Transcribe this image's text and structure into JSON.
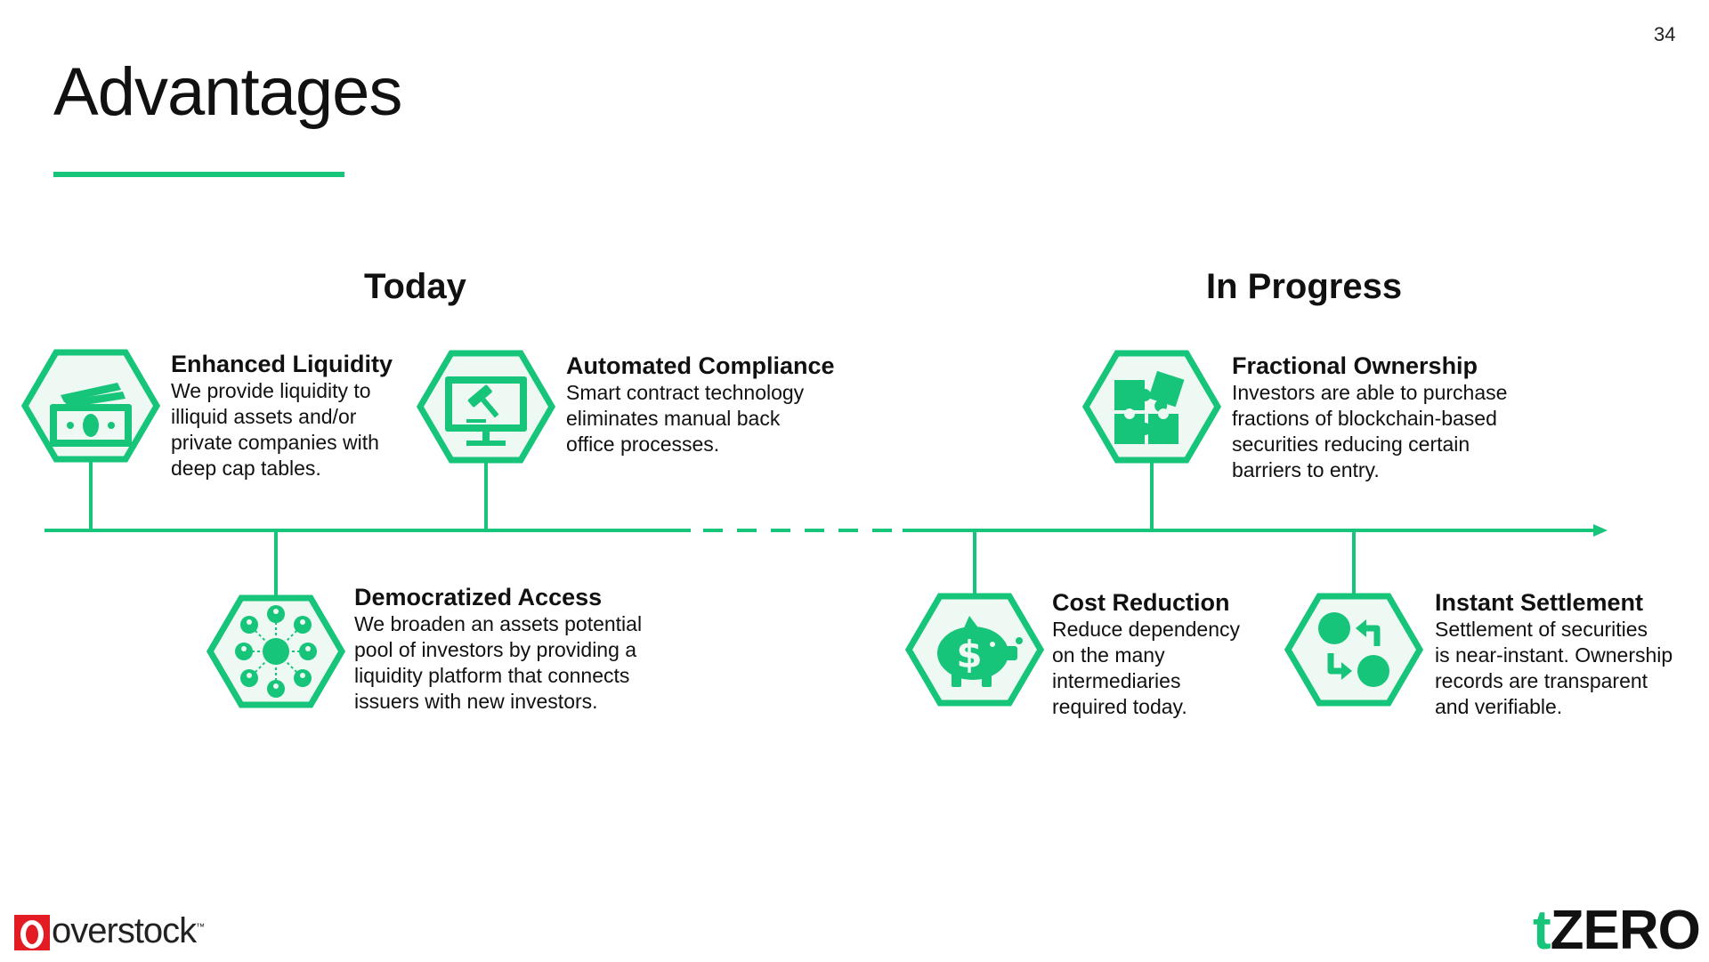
{
  "page_number": "34",
  "title": "Advantages",
  "sections": {
    "today": "Today",
    "in_progress": "In Progress"
  },
  "features": {
    "enhanced_liquidity": {
      "title": "Enhanced Liquidity",
      "desc": "We provide liquidity to\nilliquid assets and/or\nprivate companies with\ndeep cap tables.",
      "icon": "cash-icon"
    },
    "automated_compliance": {
      "title": "Automated Compliance",
      "desc": "Smart contract technology\neliminates manual back\noffice processes.",
      "icon": "gavel-monitor-icon"
    },
    "democratized_access": {
      "title": "Democratized Access",
      "desc": "We broaden an assets potential\npool of investors by providing a\nliquidity platform that connects\nissuers with new investors.",
      "icon": "network-icon"
    },
    "fractional_ownership": {
      "title": "Fractional Ownership",
      "desc": "Investors are able to purchase\nfractions of blockchain-based\nsecurities reducing certain\nbarriers to entry.",
      "icon": "puzzle-icon"
    },
    "cost_reduction": {
      "title": "Cost Reduction",
      "desc": "Reduce dependency\non the many\nintermediaries\nrequired today.",
      "icon": "piggy-bank-icon"
    },
    "instant_settlement": {
      "title": "Instant Settlement",
      "desc": "Settlement of securities\nis near-instant. Ownership\nrecords are transparent\nand verifiable.",
      "icon": "exchange-icon"
    }
  },
  "logos": {
    "overstock": {
      "text": "overstock",
      "mark": "™"
    },
    "tzero": {
      "t": "t",
      "rest": "ZERO"
    }
  },
  "colors": {
    "accent": "#16c47a",
    "hex_fill": "#eef9f3",
    "text": "#111111",
    "overstock_red": "#e31b23"
  }
}
